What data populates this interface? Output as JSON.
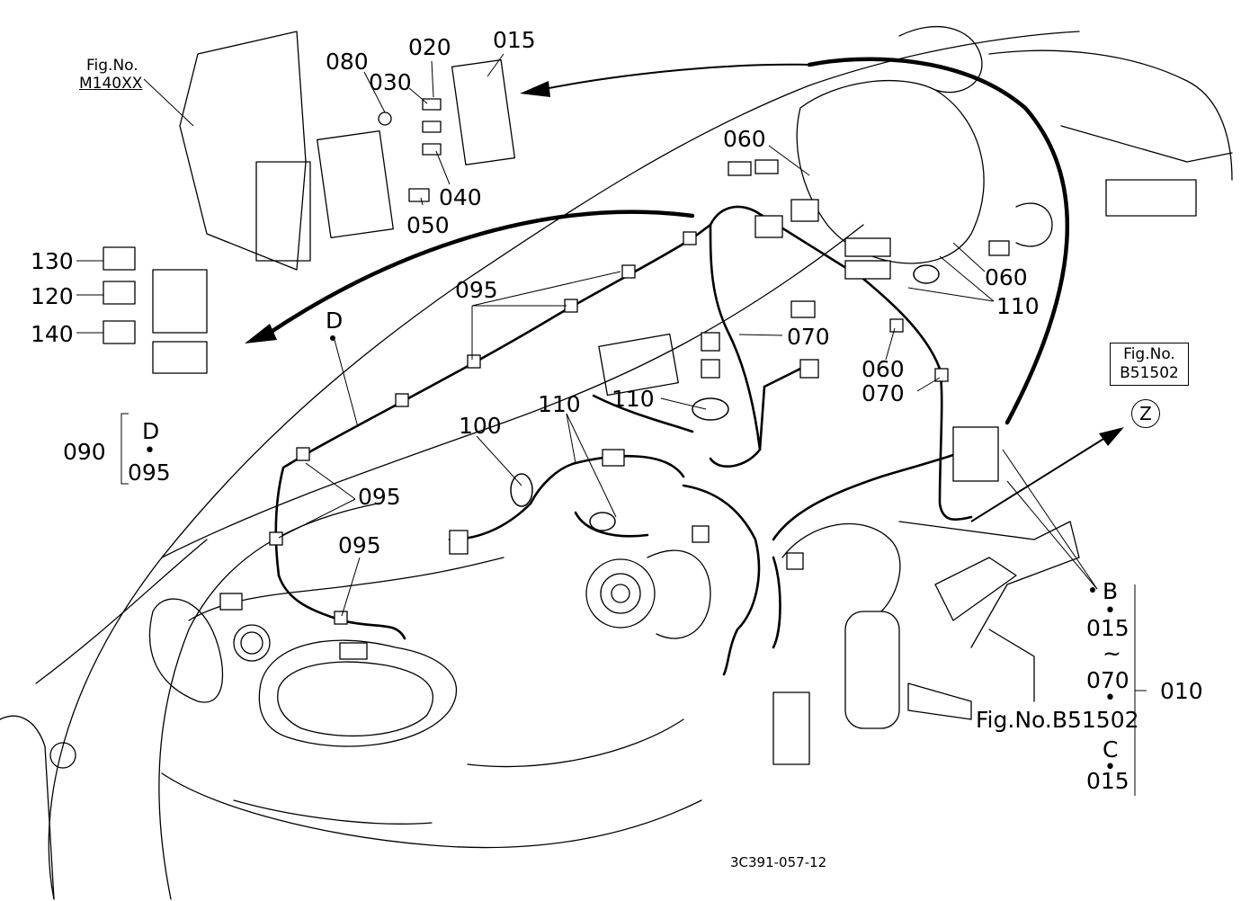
{
  "figure_refs": {
    "m140xx": {
      "line1": "Fig.No.",
      "line2": "M140XX"
    },
    "b51502_box": {
      "line1": "Fig.No.",
      "line2": "B51502"
    },
    "b51502_inline": "Fig.No.B51502"
  },
  "view_marker": "Z",
  "doc_id": "3C391-057-12",
  "callouts": {
    "c015_top": "015",
    "c020": "020",
    "c030": "030",
    "c040": "040",
    "c050": "050",
    "c080": "080",
    "c130": "130",
    "c120": "120",
    "c140": "140",
    "c060_a": "060",
    "c060_b": "060",
    "c060_c": "060",
    "c070_a": "070",
    "c070_b": "070",
    "c110_a": "110",
    "c110_b": "110",
    "c110_c": "110",
    "c095_a": "095",
    "c095_b": "095",
    "c095_c": "095",
    "c100": "100",
    "d_label": "D",
    "c090": "090"
  },
  "group_090": {
    "top": "D",
    "sep": "•",
    "bottom": "095"
  },
  "group_010": {
    "label": "010",
    "b": "B",
    "sep1": "•",
    "from": "015",
    "tilde": "~",
    "to": "070",
    "sep2": "•",
    "c": "C",
    "sep3": "•",
    "last": "015"
  }
}
